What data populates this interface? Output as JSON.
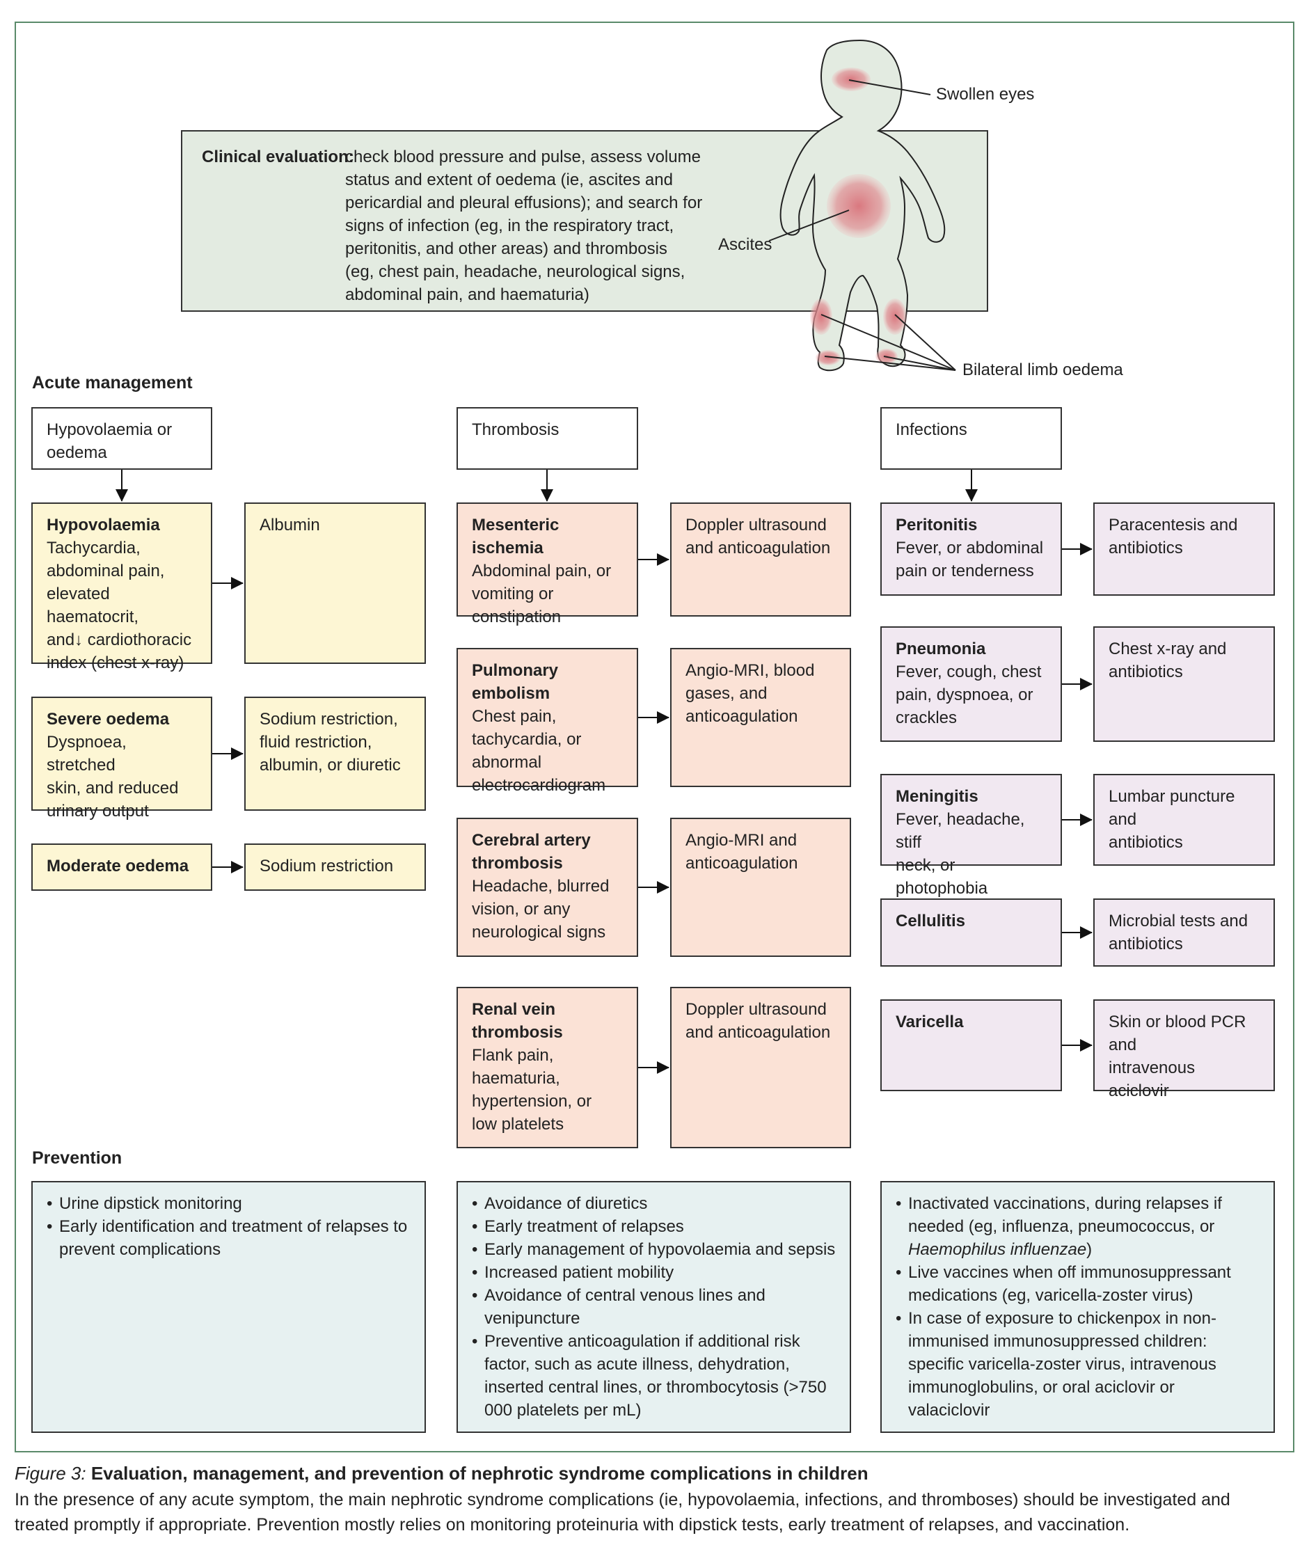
{
  "clinical_evaluation": {
    "label": "Clinical evaluation:",
    "lines": [
      "check blood pressure and pulse, assess volume",
      "status and extent of oedema (ie, ascites and",
      "pericardial and pleural effusions); and search for",
      "signs of infection (eg, in the respiratory tract,",
      "peritonitis, and other areas) and thrombosis",
      "(eg, chest pain, headache, neurological signs,",
      "abdominal pain, and haematuria)"
    ]
  },
  "child_callouts": {
    "eyes": "Swollen eyes",
    "ascites": "Ascites",
    "limbs": "Bilateral limb oedema"
  },
  "acute_management": {
    "heading": "Acute management",
    "hypo_header": [
      "Hypovolaemia or",
      "oedema"
    ],
    "thrombosis_header": "Thrombosis",
    "infections_header": "Infections",
    "hypovolaemia": {
      "title": "Hypovolaemia",
      "lines": [
        "Tachycardia,",
        "abdominal pain,",
        "elevated haematocrit,",
        "and↓ cardiothoracic",
        "index (chest x-ray)"
      ],
      "action": "Albumin"
    },
    "severe_oedema": {
      "title": "Severe oedema",
      "lines": [
        "Dyspnoea, stretched",
        "skin, and reduced",
        "urinary output"
      ],
      "action": [
        "Sodium restriction,",
        "fluid restriction,",
        "albumin, or diuretic"
      ]
    },
    "moderate_oedema": {
      "title": "Moderate oedema",
      "action": "Sodium restriction"
    },
    "mesenteric": {
      "title": "Mesenteric ischemia",
      "lines": [
        "Abdominal pain, or",
        "vomiting or",
        "constipation"
      ],
      "action": [
        "Doppler ultrasound",
        "and anticoagulation"
      ]
    },
    "pulmonary": {
      "title": "Pulmonary embolism",
      "lines": [
        "Chest pain,",
        "tachycardia, or",
        "abnormal",
        "electrocardiogram"
      ],
      "action": [
        "Angio-MRI, blood",
        "gases, and",
        "anticoagulation"
      ]
    },
    "cerebral": {
      "title": [
        "Cerebral artery",
        "thrombosis"
      ],
      "lines": [
        "Headache, blurred",
        "vision, or  any",
        "neurological signs"
      ],
      "action": [
        "Angio-MRI and",
        "anticoagulation"
      ]
    },
    "renal": {
      "title": [
        "Renal vein",
        "thrombosis"
      ],
      "lines": [
        "Flank pain,",
        "haematuria,",
        "hypertension, or",
        "low platelets"
      ],
      "action": [
        "Doppler ultrasound",
        "and anticoagulation"
      ]
    },
    "peritonitis": {
      "title": "Peritonitis",
      "lines": [
        "Fever, or abdominal",
        "pain or tenderness"
      ],
      "action": [
        "Paracentesis and",
        "antibiotics"
      ]
    },
    "pneumonia": {
      "title": "Pneumonia",
      "lines": [
        "Fever, cough, chest",
        "pain, dyspnoea, or",
        "crackles"
      ],
      "action": [
        "Chest x-ray and",
        "antibiotics"
      ]
    },
    "meningitis": {
      "title": "Meningitis",
      "lines": [
        "Fever, headache, stiff",
        "neck, or photophobia"
      ],
      "action": [
        "Lumbar puncture and",
        "antibiotics"
      ]
    },
    "cellulitis": {
      "title": "Cellulitis",
      "action": [
        "Microbial tests and",
        "antibiotics"
      ]
    },
    "varicella": {
      "title": "Varicella",
      "action": [
        "Skin or blood PCR",
        "and",
        "intravenous aciclovir"
      ]
    }
  },
  "prevention": {
    "heading": "Prevention",
    "col1": [
      "Urine dipstick monitoring",
      "Early identification and treatment of  relapses to prevent complications"
    ],
    "col2": [
      "Avoidance of diuretics",
      "Early treatment of relapses",
      "Early management of hypovolaemia and sepsis",
      "Increased patient mobility",
      "Avoidance of central venous lines and venipuncture",
      "Preventive anticoagulation if additional risk factor, such as acute illness, dehydration, inserted central lines, or thrombocytosis (>750 000 platelets per mL)"
    ],
    "col3": {
      "item1_pre": "Inactivated vaccinations, during relapses if needed (eg, influenza, pneumococcus, or ",
      "item1_italic": "Haemophilus influenzae",
      "item1_post": ")",
      "item2": "Live vaccines when off immunosuppressant medications (eg, varicella-zoster virus)",
      "item3": "In case of exposure to chickenpox in non-immunised immunosuppressed children: specific varicella-zoster virus, intravenous immunoglobulins, or oral aciclovir or valaciclovir"
    }
  },
  "caption": {
    "figure_label": "Figure 3:",
    "title": "Evaluation, management, and prevention of nephrotic syndrome complications in children",
    "body": "In the presence of any acute symptom, the main nephrotic syndrome complications (ie, hypovolaemia, infections, and thromboses) should be investigated and treated promptly if appropriate. Prevention mostly relies on monitoring proteinuria with dipstick tests, early treatment of relapses, and vaccination."
  },
  "colors": {
    "frame": "#5a8a6a",
    "clinical_bg": "#e3ebe1",
    "hypo_bg": "#fdf6d4",
    "thrombosis_bg": "#fbe2d6",
    "infection_bg": "#f1e8f1",
    "prevention_bg": "#e7f1f1",
    "swelling": "#d9727a"
  }
}
